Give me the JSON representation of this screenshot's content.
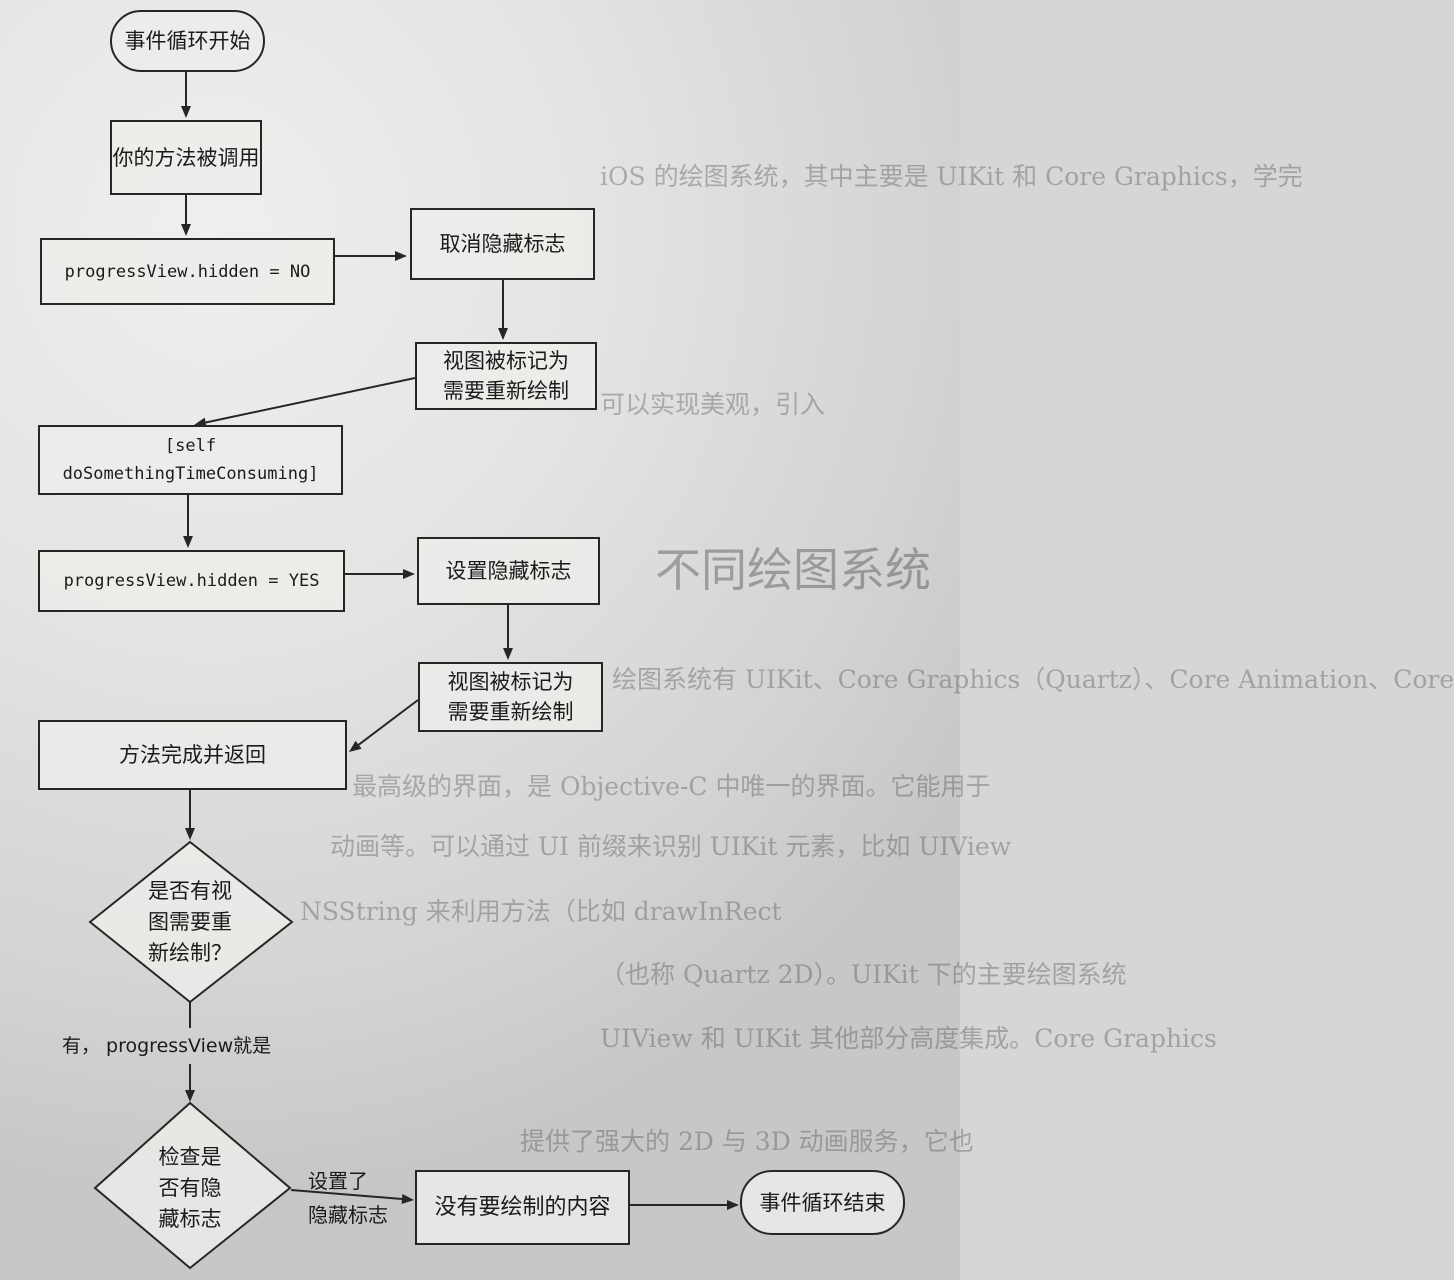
{
  "flowchart": {
    "start": "事件循环开始",
    "method_called": "你的方法被调用",
    "set_hidden_no": "progressView.hidden = NO",
    "clear_hidden_flag": "取消隐藏标志",
    "view_marked_first": [
      "视图被标记为",
      "需要重新绘制"
    ],
    "time_consuming_call": [
      "[self",
      "doSomethingTimeConsuming]"
    ],
    "set_hidden_yes": "progressView.hidden = YES",
    "set_hidden_flag": "设置隐藏标志",
    "view_marked_second": [
      "视图被标记为",
      "需要重新绘制"
    ],
    "method_returns": "方法完成并返回",
    "decision_needs_redraw": [
      "是否有视",
      "图需要重",
      "新绘制？"
    ],
    "yes_branch_label": "有， progressView就是",
    "decision_hidden_flag": [
      "检查是",
      "否有隐",
      "藏标志"
    ],
    "hidden_flag_set_label": [
      "设置了",
      "隐藏标志"
    ],
    "nothing_to_draw": "没有要绘制的内容",
    "end": "事件循环结束"
  },
  "page_text": {
    "heading": "不同绘图系统",
    "lines": [
      "iOS 的绘图系统，其中主要是 UIKit 和 Core Graphics，学完",
      "可以实现美观，引入",
      "绘图系统有 UIKit、Core Graphics（Quartz）、Core Animation、Core",
      "最高级的界面，是 Objective-C 中唯一的界面。它能用于",
      "动画等。可以通过 UI 前缀来识别 UIKit 元素，比如 UIView",
      "NSString 来利用方法（比如 drawInRect",
      "（也称 Quartz 2D）。UIKit 下的主要绘图系统",
      "UIView 和 UIKit 其他部分高度集成。Core Graphics",
      "提供了强大的 2D 与 3D 动画服务，它也"
    ]
  }
}
